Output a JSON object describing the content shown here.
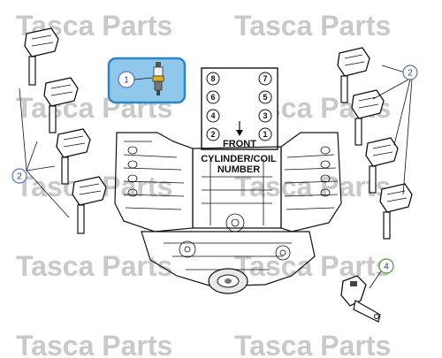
{
  "watermark": "Tasca Parts",
  "cylinder_legend": {
    "front_label": "FRONT",
    "title_line1": "CYLINDER/COIL",
    "title_line2": "NUMBER",
    "left_bank": [
      "8",
      "6",
      "4",
      "2"
    ],
    "right_bank": [
      "7",
      "5",
      "3",
      "1"
    ]
  },
  "callouts": {
    "spark_plug": "1",
    "coil_right": "2",
    "coil_left": "2",
    "sensor": "4"
  },
  "colors": {
    "highlight_fill": "#8fc8ea",
    "highlight_border": "#2a86c8",
    "callout_blue": "#5870c8",
    "callout_green": "#4a9a3a",
    "watermark": "#c9c9c9"
  }
}
